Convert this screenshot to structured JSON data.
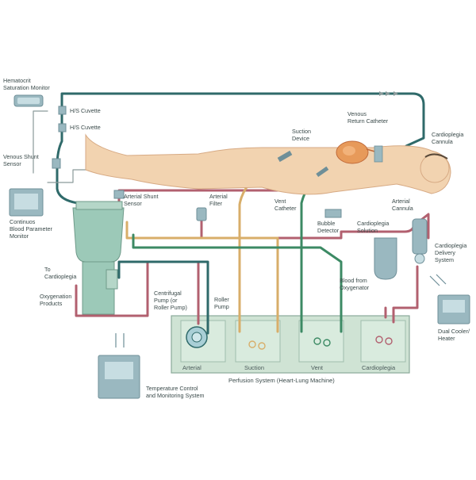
{
  "colors": {
    "venous_line": "#2f6a6a",
    "arterial_line": "#b2606f",
    "suction_line": "#d8ae6a",
    "vent_line": "#3c8a64",
    "machine_fill": "#cfe3d4",
    "machine_stroke": "#8aa99a",
    "device_fill": "#9ab8c0",
    "skin": "#f2d3b0",
    "heart": "#e79a5a"
  },
  "labels": {
    "hematocrit_monitor": [
      "Hematocrit",
      "Saturation Monitor"
    ],
    "hs_cuvette_1": "H/S Cuvette",
    "hs_cuvette_2": "H/S Cuvette",
    "venous_shunt_sensor": [
      "Venous Shunt",
      "Sensor"
    ],
    "continuous_blood_monitor": [
      "Continuos",
      "Blood Parameter",
      "Monitor"
    ],
    "to_cardioplegia": [
      "To",
      "Cardioplegia"
    ],
    "oxygenation_products": [
      "Oxygenation",
      "Products"
    ],
    "arterial_shunt_sensor": [
      "Arterial Shunt",
      "Sensor"
    ],
    "arterial_filter": [
      "Arterial",
      "Filter"
    ],
    "suction_device": [
      "Suction",
      "Device"
    ],
    "venous_return_catheter": [
      "Venous",
      "Return Catheter"
    ],
    "cardioplegia_cannula": [
      "Cardioplegia",
      "Cannula"
    ],
    "vent_catheter": [
      "Vent",
      "Catheter"
    ],
    "bubble_detector": [
      "Bubble",
      "Detector"
    ],
    "cardioplegia_solution": [
      "Cardioplegia",
      "Solution"
    ],
    "arterial_cannula": [
      "Arterial",
      "Cannula"
    ],
    "cardioplegia_delivery_system": [
      "Cardioplegia",
      "Delivery",
      "System"
    ],
    "blood_from_oxygenator": [
      "Blood from",
      "Oxygenator"
    ],
    "centrifugal_pump": [
      "Centrifugal",
      "Pump (or",
      "Roller Pump)"
    ],
    "roller_pump": [
      "Roller",
      "Pump"
    ],
    "dual_cooler_heater": [
      "Dual Cooler/",
      "Heater"
    ],
    "temperature_control": [
      "Temperature Control",
      "and Monitoring System"
    ],
    "perfusion_system": "Perfusion System (Heart-Lung Machine)"
  },
  "machine_sections": [
    "Arterial",
    "Suction",
    "Vent",
    "Cardioplegia"
  ],
  "icons": {
    "flow_arrows": "double-arrow-icon",
    "pump_heads": "pump-icon"
  }
}
